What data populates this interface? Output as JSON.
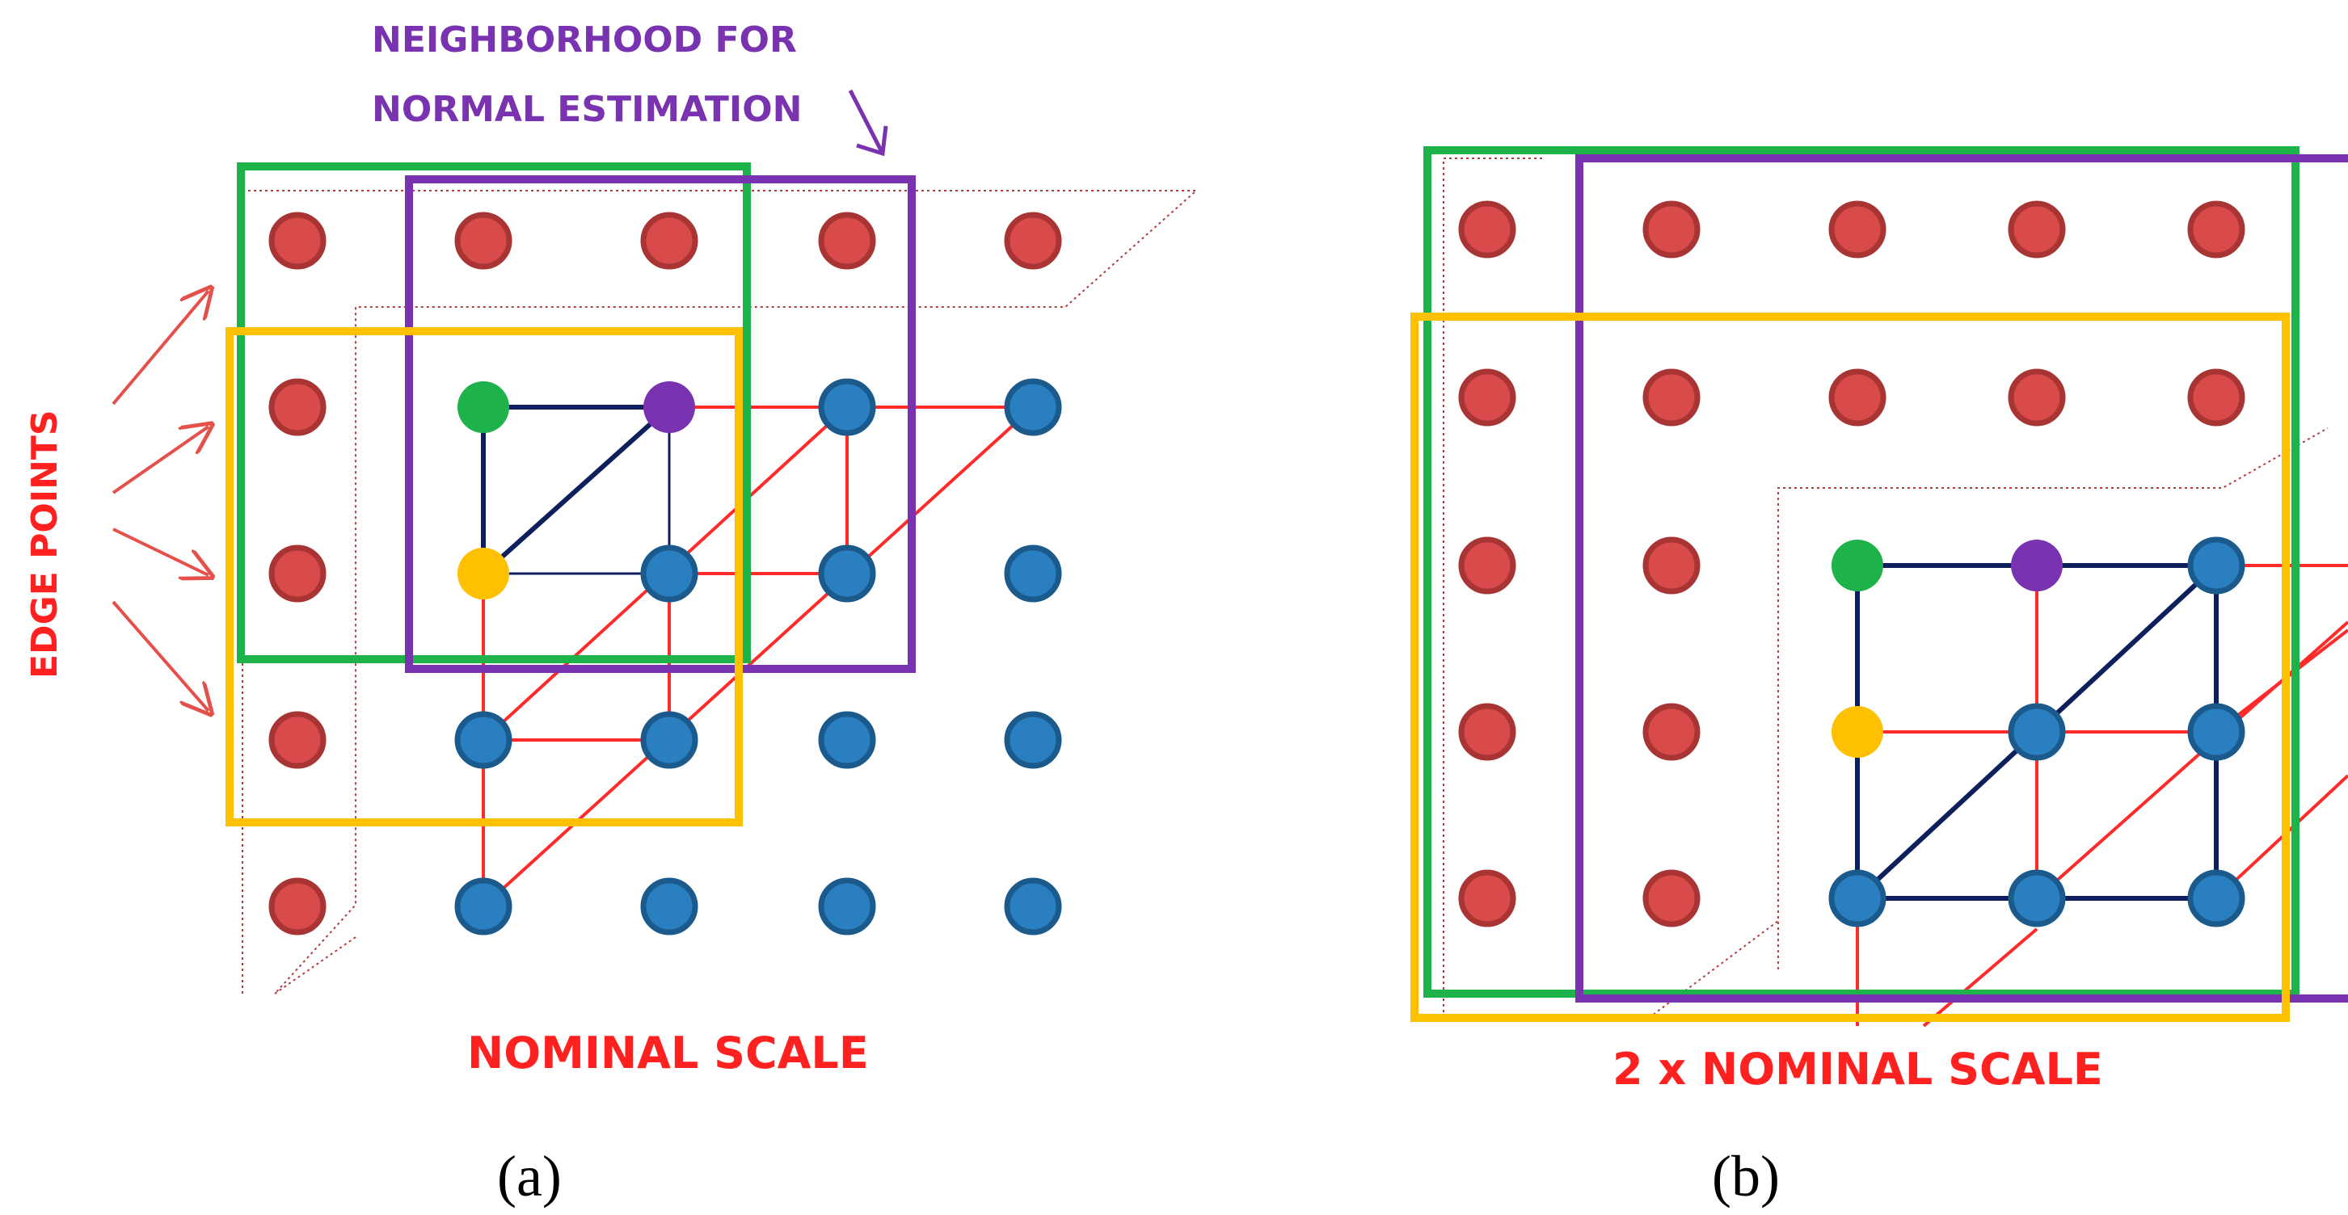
{
  "labels": {
    "neighborhood_line1": "NEIGHBORHOOD FOR",
    "neighborhood_line2": "NORMAL ESTIMATION",
    "edge_points": "EDGE POINTS",
    "nominal_scale": "NOMINAL SCALE",
    "double_scale": "2 x NOMINAL SCALE",
    "caption_a": "(a)",
    "caption_b": "(b)"
  },
  "colors": {
    "edge_point": "#d94a4a",
    "edge_point_ring": "#a83434",
    "interior_point": "#2a7fc1",
    "interior_point_ring": "#1b5a8c",
    "green_point": "#1db34a",
    "purple_point": "#7a33b0",
    "yellow_point": "#ffc000",
    "green_box": "#1db34a",
    "purple_box": "#7a33b0",
    "yellow_box": "#ffc000",
    "mesh_red": "#ff2a2a",
    "mesh_navy": "#0d1f5c",
    "label_purple": "#7a33b0",
    "label_red": "#ff2020",
    "dotted_outline": "#b04040",
    "caption": "#000000"
  }
}
